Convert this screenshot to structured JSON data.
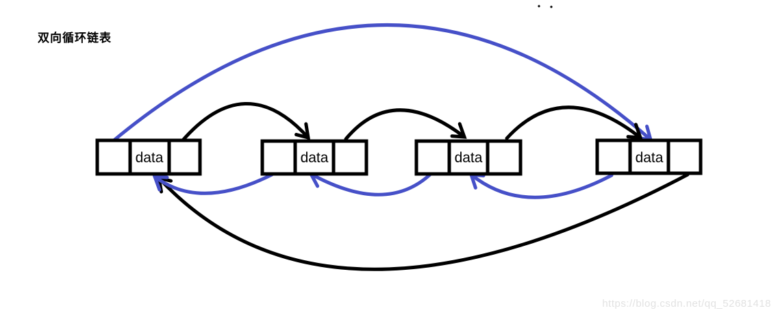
{
  "title": "双向循环链表",
  "watermark": "https://blog.csdn.net/qq_52681418",
  "nodes": [
    {
      "label": "data"
    },
    {
      "label": "data"
    },
    {
      "label": "data"
    },
    {
      "label": "data"
    }
  ],
  "colors": {
    "forward": "#000000",
    "backward": "#4650c8",
    "background": "#ffffff",
    "watermark_text": "#e2e2e2"
  },
  "legend": {
    "node_cells": [
      "prev-pointer",
      "data",
      "next-pointer"
    ],
    "forward_links": "black arcs (next pointers, left to right on top)",
    "backward_links": "blue arcs (prev pointers, right to left on bottom)",
    "circular_links": "blue top arc node1→node4, black bottom arc node4→node1"
  }
}
